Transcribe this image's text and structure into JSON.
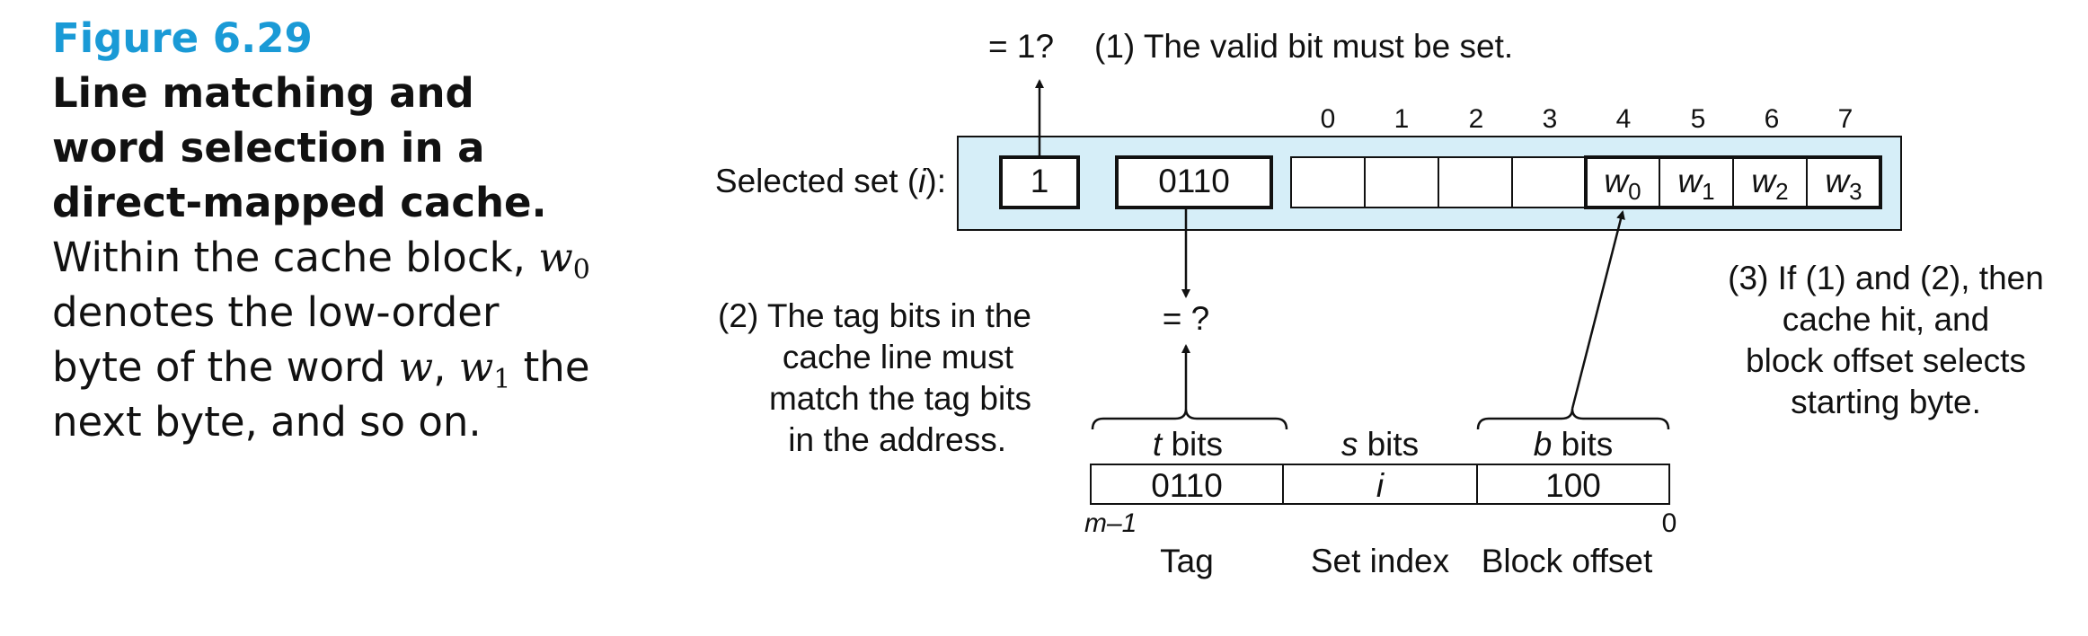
{
  "caption": {
    "figure_label": "Figure 6.29",
    "title": "Line matching and word selection in a direct-mapped cache.",
    "text_1": " Within the cache block, ",
    "w": "w",
    "sub_0": "0",
    "text_2": " denotes the low-order byte of the word ",
    "text_3": ", ",
    "sub_1": "1",
    "text_4": " the next byte, and so on."
  },
  "diagram": {
    "valid_check": "= 1?",
    "note_1": "(1) The valid bit must be set.",
    "selected_set_label": "Selected set (",
    "set_symbol": "i",
    "selected_set_suffix": "):",
    "valid_bit": "1",
    "tag_value": "0110",
    "block_byte_indices": [
      "0",
      "1",
      "2",
      "3",
      "4",
      "5",
      "6",
      "7"
    ],
    "word_letter": "w",
    "word_subscripts": [
      "0",
      "1",
      "2",
      "3"
    ],
    "tag_check": "= ?",
    "note_2": [
      "(2) The tag bits in the",
      "cache line must",
      "match the tag bits",
      "in the address."
    ],
    "note_3": [
      "(3) If (1) and (2), then",
      "cache hit, and",
      "block offset selects",
      "starting byte."
    ],
    "field_t_var": "t",
    "field_s_var": "s",
    "field_b_var": "b",
    "field_unit": "bits",
    "address_tag": "0110",
    "address_set_index": "i",
    "address_block_offset": "100",
    "msb_label": "m–1",
    "lsb_label": "0",
    "field_names": [
      "Tag",
      "Set index",
      "Block offset"
    ]
  }
}
